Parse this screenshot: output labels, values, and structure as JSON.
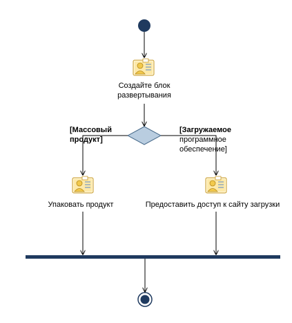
{
  "activities": {
    "create_block": {
      "label_line1": "Создайте блок",
      "label_line2": "развертывания",
      "icon": "activity-document-person-icon"
    },
    "package_product": {
      "label": "Упаковать продукт",
      "icon": "activity-document-person-icon"
    },
    "provide_access": {
      "label": "Предоставить доступ к сайту загрузки",
      "icon": "activity-document-person-icon"
    }
  },
  "guards": {
    "left_line1": "[Массовый",
    "left_line2": "продукт]",
    "right_line1": "[Загружаемое",
    "right_line2": "программное",
    "right_line3": "обеспечение]"
  },
  "nodes": {
    "start": "initial-node",
    "decision": "decision-diamond",
    "join": "join-bar",
    "end": "final-node"
  },
  "colors": {
    "node_fill": "#1f3a5f",
    "diamond_fill": "#b9cde0",
    "diamond_stroke": "#4a6c8c",
    "line": "#000000",
    "icon_card": "#fff6d5",
    "icon_border": "#c79a2a"
  }
}
